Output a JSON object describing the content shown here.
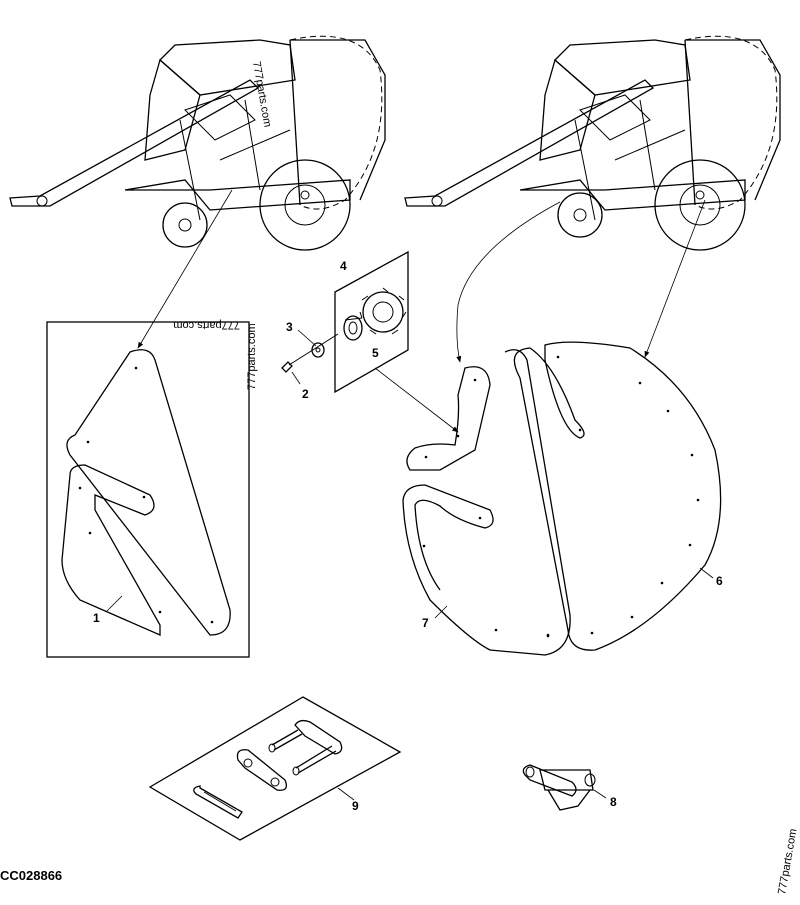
{
  "drawing_code": "CC028866",
  "watermark": "777parts.com",
  "callouts": {
    "c1": "1",
    "c2": "2",
    "c3": "3",
    "c4": "4",
    "c5": "5",
    "c6": "6",
    "c7": "7",
    "c8": "8",
    "c9": "9"
  }
}
